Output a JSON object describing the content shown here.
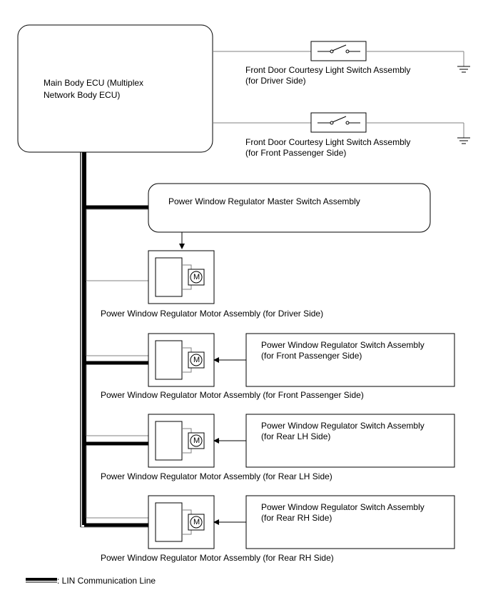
{
  "ecu": {
    "line1": "Main Body ECU (Multiplex",
    "line2": "Network Body ECU)"
  },
  "courtesy_switches": [
    {
      "line1": "Front Door Courtesy Light Switch Assembly",
      "line2": "(for Driver Side)"
    },
    {
      "line1": "Front Door Courtesy Light Switch Assembly",
      "line2": "(for Front Passenger Side)"
    }
  ],
  "master_switch": {
    "label": "Power Window Regulator Master Switch Assembly"
  },
  "motors": [
    {
      "label": "Power Window Regulator Motor Assembly (for Driver Side)"
    },
    {
      "label": "Power Window Regulator Motor Assembly (for Front Passenger Side)"
    },
    {
      "label": "Power Window Regulator Motor Assembly (for Rear LH Side)"
    },
    {
      "label": "Power Window Regulator Motor Assembly (for Rear RH Side)"
    }
  ],
  "motor_symbol": "M",
  "switches": [
    {
      "line1": "Power Window Regulator Switch Assembly",
      "line2": "(for Front Passenger Side)"
    },
    {
      "line1": "Power Window Regulator Switch Assembly",
      "line2": "(for Rear LH Side)"
    },
    {
      "line1": "Power Window Regulator Switch Assembly",
      "line2": "(for Rear RH Side)"
    }
  ],
  "legend": {
    "label": ": LIN Communication Line"
  },
  "colors": {
    "wire": "#000000",
    "signal_wire": "#808080",
    "background": "#ffffff"
  }
}
